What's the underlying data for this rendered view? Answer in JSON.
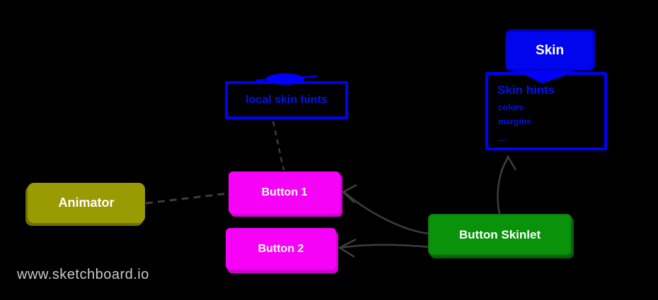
{
  "canvas": {
    "background": "#000000"
  },
  "watermark": {
    "text": "www.sketchboard.io",
    "color": "#c8c8c8"
  },
  "nodes": {
    "skin": {
      "label": "Skin",
      "fill": "#0105ee",
      "border": "#0000b8",
      "text_color": "#ffffff"
    },
    "skin_hints": {
      "title": "Skin hints",
      "items": [
        "colors",
        "margins",
        "..."
      ],
      "border": "#0000fb",
      "text_color": "#0013ee"
    },
    "local_skin_hints": {
      "label": "local skin hints",
      "border": "#0000fb",
      "text_color": "#0013ee"
    },
    "animator": {
      "label": "Animator",
      "fill": "#9a9a02",
      "shadow": "#6e7002",
      "text_color": "#ffffff"
    },
    "button1": {
      "label": "Button 1",
      "fill": "#f602f6",
      "shadow": "#d102d1",
      "text_color": "#ffffff"
    },
    "button2": {
      "label": "Button 2",
      "fill": "#f602f6",
      "shadow": "#d102d1",
      "text_color": "#ffffff"
    },
    "button_skinlet": {
      "label": "Button Skinlet",
      "fill": "#0a930a",
      "border": "#0b7d0b",
      "shadow": "#066106",
      "text_color": "#ffffff"
    }
  },
  "edges": {
    "color": "#3d3d3d",
    "list": [
      {
        "from": "animator",
        "to": "button1",
        "style": "dashed-line"
      },
      {
        "from": "local skin hints",
        "to": "button1",
        "style": "dashed-line"
      },
      {
        "from": "button skinlet",
        "to": "button1",
        "style": "solid-arrow"
      },
      {
        "from": "button skinlet",
        "to": "button2",
        "style": "solid-arrow"
      },
      {
        "from": "button skinlet",
        "to": "skin hints",
        "style": "solid-arrow"
      },
      {
        "from": "skin",
        "to": "skin hints",
        "style": "attached-tail"
      }
    ]
  }
}
